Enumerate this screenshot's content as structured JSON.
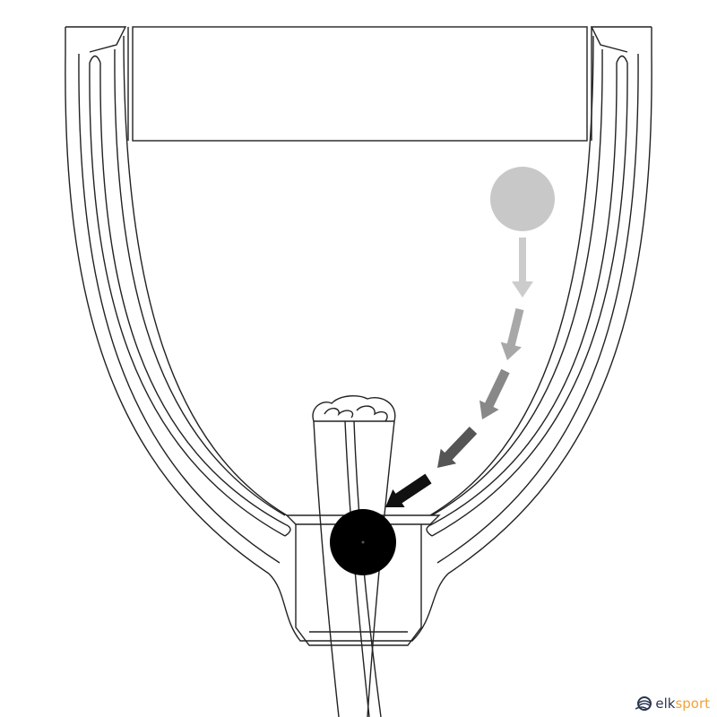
{
  "logo": {
    "part1": "elk",
    "part2": "sport",
    "text": "elksport"
  },
  "colors": {
    "line": "#222222",
    "ball_start": "#c8c8c8",
    "ball_end": "#000000",
    "arrows": [
      "#cccccc",
      "#a8a8a8",
      "#888888",
      "#555555",
      "#111111"
    ],
    "logo_dark": "#2a3550",
    "logo_accent": "#f2a23a"
  }
}
